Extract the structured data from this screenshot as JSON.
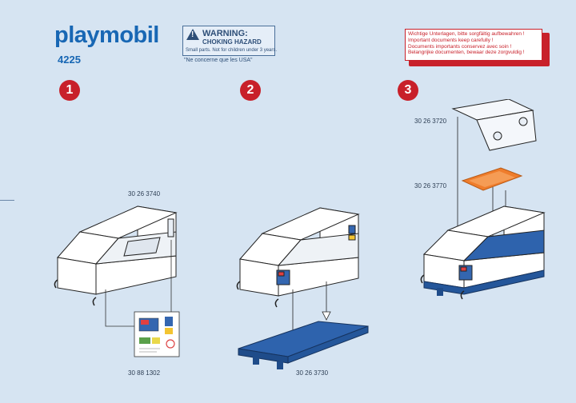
{
  "header": {
    "brand": "playmobil",
    "model_number": "4225"
  },
  "warning": {
    "title": "WARNING:",
    "subtitle": "CHOKING HAZARD",
    "fine": "Small parts. Not for children under 3 years.",
    "note": "\"Ne concerne que les USA\""
  },
  "documents_notice": {
    "lines": [
      "Wichtige Unterlagen, bitte sorgfältig aufbewahren !",
      "Important documents keep carefully !",
      "Documents importants conservez avec soin !",
      "Belangrijke documenten, bewaar deze zorgvuldig !"
    ]
  },
  "steps": [
    {
      "number": "1",
      "part_codes": [
        "30 26 3740",
        "30 88 1302"
      ]
    },
    {
      "number": "2",
      "part_codes": [
        "30 26 3730"
      ]
    },
    {
      "number": "3",
      "part_codes": [
        "30 26 3720",
        "30 26 3770"
      ]
    }
  ],
  "colors": {
    "background": "#d6e4f2",
    "brand_blue": "#1867b4",
    "step_red": "#c8202a",
    "base_blue": "#24569a",
    "pad_orange": "#ef7d2c"
  }
}
